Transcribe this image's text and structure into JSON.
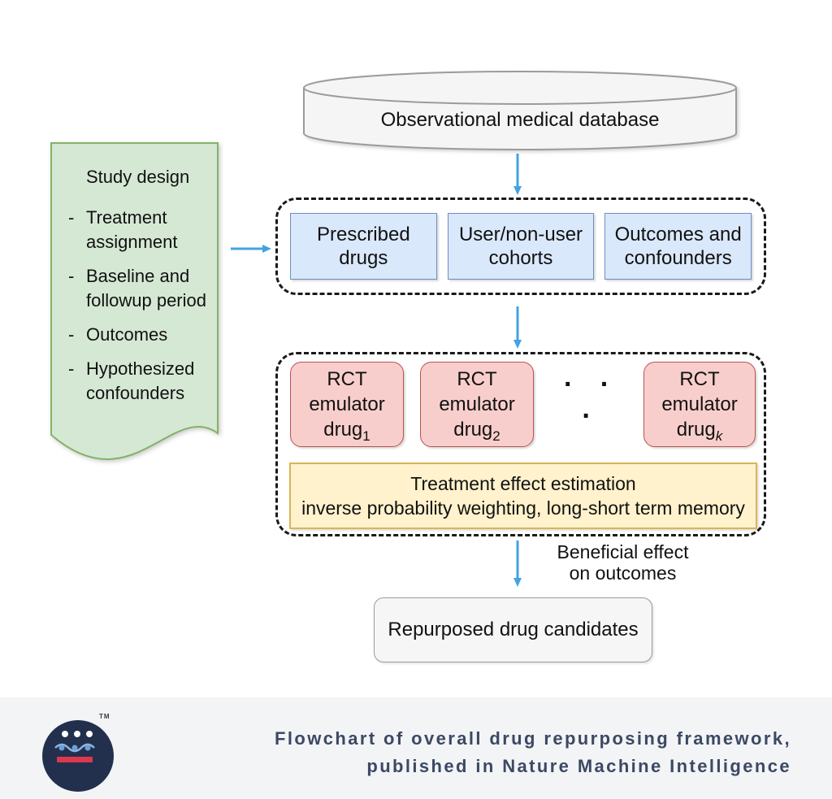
{
  "flow": {
    "database_label": "Observational medical database",
    "note": {
      "bullet": "-",
      "title": "Study design",
      "items": [
        "Treatment assignment",
        "Baseline and followup period",
        "Outcomes",
        "Hypothesized confounders"
      ]
    },
    "cohort_boxes": [
      "Prescribed\ndrugs",
      "User/non-user\ncohorts",
      "Outcomes and\nconfounders"
    ],
    "emulators": [
      {
        "text": "RCT\nemulator\ndrug",
        "sub": "1"
      },
      {
        "text": "RCT\nemulator\ndrug",
        "sub": "2"
      },
      {
        "text": "RCT\nemulator\ndrug",
        "sub": "k"
      }
    ],
    "ellipsis": "· · ·",
    "estimator_label": "Treatment effect estimation\ninverse probability weighting, long-short term memory",
    "beneficial_label": "Beneficial effect\non outcomes",
    "repurposed_label": "Repurposed drug candidates"
  },
  "footer": {
    "caption": "Flowchart of overall drug repurposing framework,\npublished in Nature Machine Intelligence",
    "trademark": "TM",
    "logo_icon": "brand-face-logo"
  },
  "colors": {
    "arrow_blue": "#42a3e2",
    "blue_fill": "#dae8fc",
    "blue_stroke": "#6c8ebf",
    "green_fill": "#d5e8d4",
    "green_stroke": "#82b366",
    "red_fill": "#f8cecc",
    "red_stroke": "#b85450",
    "yellow_fill": "#fff2cc",
    "yellow_stroke": "#d6b656",
    "cylinder_fill": "#f5f5f5",
    "cylinder_stroke": "#9b9b9b",
    "result_fill": "#f6f6f6",
    "result_stroke": "#9a9a9a",
    "dashed_border": "#1a1a1a",
    "footer_bg": "#f3f4f6",
    "logo_navy": "#22304d",
    "logo_red": "#dd3850",
    "logo_wave_blue": "#8ab5e3",
    "caption_text": "#3c4963"
  }
}
